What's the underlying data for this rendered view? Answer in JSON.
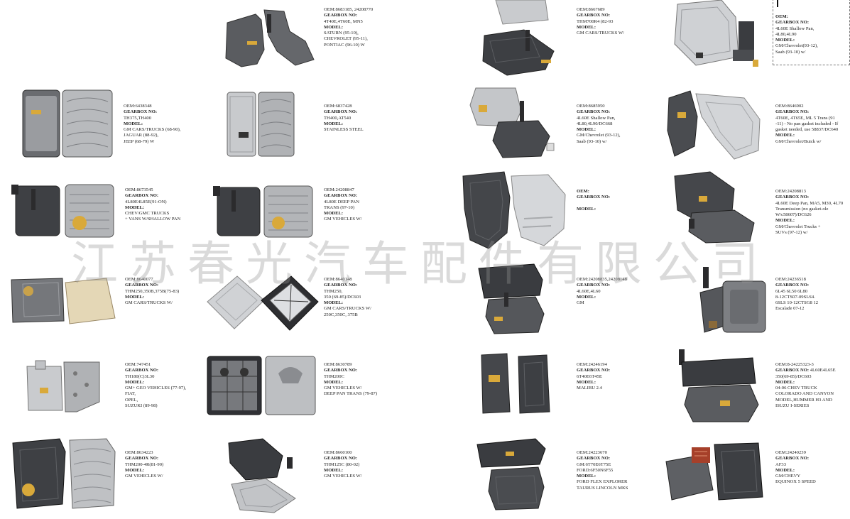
{
  "watermark": "江苏春光汽车配件有限公司",
  "items": [
    {
      "oem": "OEM:8683185, 24208770",
      "gearbox_label": "GEARBOX NO:",
      "gearbox": [
        "4T40E,4T60E, MN5"
      ],
      "model_label": "MODEL:",
      "model": [
        "SATURN (95-10),",
        "CHEVROLET (95-11),",
        "PONTIAC (96-10) W"
      ]
    },
    {
      "oem": "OEM:8667689",
      "gearbox_label": "GEARBOX NO:",
      "gearbox": [
        "THM700R4 (82-93"
      ],
      "model_label": "MODEL:",
      "model": [
        "GM CARS/TRUCKS W/"
      ]
    },
    {
      "oem": "OEM:",
      "gearbox_label": "GEARBOX NO:",
      "gearbox": [
        "4L60E Shallow Pan,",
        "4L80,4L90"
      ],
      "model_label": "MODEL:",
      "model": [
        "GM/Chevrolet(93-12),",
        "Saab (93-10) w/"
      ]
    },
    {
      "oem": "OEM:6438348",
      "gearbox_label": "GEARBOX NO:",
      "gearbox": [
        "TH375,TH400"
      ],
      "model_label": "MODEL:",
      "model": [
        "GM CARS/TRUCKS (68-90),",
        "JAGUAR (88-92),",
        "JEEP (68-79) W"
      ]
    },
    {
      "oem": "OEM:6837428",
      "gearbox_label": "GEARBOX NO:",
      "gearbox": [
        "TH400,AT540"
      ],
      "model_label": "MODEL:",
      "model": [
        "STAINLESS STEEL"
      ]
    },
    {
      "oem": "OEM:8685950",
      "gearbox_label": "GEARBOX NO:",
      "gearbox": [
        "4L60E Shallow Pan,",
        "4L80,4L90/DC668"
      ],
      "model_label": "MODEL:",
      "model": [
        "GM/Chevrolet (93-12),",
        "Saab (93-10) w/"
      ]
    },
    {
      "oem": "OEM:8646902",
      "gearbox_label": "GEARBOX NO:",
      "gearbox": [
        "4T60E, 4T65E, ML 5 Trans (91",
        "-11) - No pan gasket included - If",
        "gasket needed, use 58837/DC640"
      ],
      "model_label": "MODEL:",
      "model": [
        "GM/Chevrolet/Buick w/"
      ]
    },
    {
      "oem": "OEM:8673545",
      "gearbox_label": "GEARBOX NO:",
      "gearbox": [
        "4L80E4L85E(91-ON)"
      ],
      "model_label": "MODEL:",
      "model": [
        "CHEV/GMC TRUCKS",
        "+ VANS W/SHALLOW PAN"
      ]
    },
    {
      "oem": "OEM:24208847",
      "gearbox_label": "GEARBOX NO:",
      "gearbox": [
        "4L80E DEEP PAN",
        "TRANS (97-10)"
      ],
      "model_label": "MODEL:",
      "model": [
        "GM VEHICLES W/"
      ]
    },
    {
      "oem": "OEM:",
      "gearbox_label": "GEARBOX NO:",
      "gearbox": [],
      "model_label": "MODEL:",
      "model": []
    },
    {
      "oem": "OEM:24208813",
      "gearbox_label": "GEARBOX NO:",
      "gearbox": [
        "4L60E Deep Pan, MA5, M30, 4L70",
        "Transmission (no gasket-ole",
        "W/c58607)/DC626"
      ],
      "model_label": "MODEL:",
      "model": [
        "GM/Chevrolet Trucks +",
        "SUVs (97-12) w/"
      ]
    },
    {
      "oem": "OEM:8640077",
      "gearbox_label": "GEARBOX NO:",
      "gearbox": [
        "THM250,350B,375B(75-83)"
      ],
      "model_label": "MODEL:",
      "model": [
        "GM CARS/TRUCKS W/"
      ]
    },
    {
      "oem": "OEM:8640148",
      "gearbox_label": "GEARBOX NO:",
      "gearbox": [
        "THM250,",
        "350 (69-85)/DC603"
      ],
      "model_label": "MODEL:",
      "model": [
        "GM CARS/TRUCKS W/",
        "250C,350C, 375B"
      ]
    },
    {
      "oem": "OEM:24208835,24208148",
      "gearbox_label": "GEARBOX NO:",
      "gearbox": [
        "4L60E,4L60"
      ],
      "model_label": "MODEL:",
      "model": [
        "GM"
      ]
    },
    {
      "oem": "OEM:24236518",
      "gearbox_label": "GEARBOX NO:",
      "gearbox": [
        "6L45 6L50 6L80",
        "8-12CTS07-09SLS4.",
        "6SLS 10-12CTSG8 12",
        "Escalade 07-12"
      ]
    },
    {
      "oem": "OEM:747451",
      "gearbox_label": "GEARBOX NO:",
      "gearbox": [
        "TH180(C)3L30"
      ],
      "model_label": "MODEL:",
      "model": [
        "GM+ GEO VEHICLES (77-97),",
        "FIAT,",
        "OPEL,",
        "SUZUKI (89-98)"
      ]
    },
    {
      "oem": "OEM:8630789",
      "gearbox_label": "GEARBOX NO:",
      "gearbox": [
        "THM200C"
      ],
      "model_label": "MODEL:",
      "model": [
        "GM VEHICLES W/",
        "DEEP PAN TRANS (79-87)"
      ]
    },
    {
      "oem": "OEM:24246194",
      "gearbox_label": "GEARBOX NO:",
      "gearbox": [
        "6T40E6T45E"
      ],
      "model_label": "MODEL:",
      "model": [
        "MALIBU 2.4"
      ]
    },
    {
      "oem": "OEM:8-24225323-3",
      "gearbox_label": "GEARBOX NO:",
      "gearbox_inline": " 4L60E4L65E",
      "gearbox": [
        "350(69-85)/DC603"
      ],
      "model_label": "MODEL:",
      "model": [
        "04-06 CHEV TRUCK",
        "COLORADO AND CANYON",
        "MODEL,HUMMER H3 AND",
        "ISUZU I-SERIES"
      ]
    },
    {
      "oem": "OEM:8634223",
      "gearbox_label": "GEARBOX NO:",
      "gearbox": [
        "THM200-4R(81-90)"
      ],
      "model_label": "MODEL:",
      "model": [
        "GM VEHICLES W/"
      ]
    },
    {
      "oem": "OEM:8660100",
      "gearbox_label": "GEARBOX NO:",
      "gearbox": [
        "THM125C (80-02)"
      ],
      "model_label": "MODEL:",
      "model": [
        "GM VEHICLES W/"
      ]
    },
    {
      "oem": "OEM:24223670",
      "gearbox_label": "GEARBOX NO:",
      "gearbox": [
        "GM:6T70E6T75E",
        "FORD:6F50N6F55"
      ],
      "model_label": "MODEL:",
      "model": [
        "FORD FLEX EXPLORER",
        "TAURUS LINCOLN MKS"
      ]
    },
    {
      "oem": "OEM:24240239",
      "gearbox_label": "GEARBOX NO:",
      "gearbox": [
        "AF33"
      ],
      "model_label": "MODEL:",
      "model": [
        "GM/CHEVY",
        "EQUINOX 5 SPEED"
      ]
    }
  ]
}
